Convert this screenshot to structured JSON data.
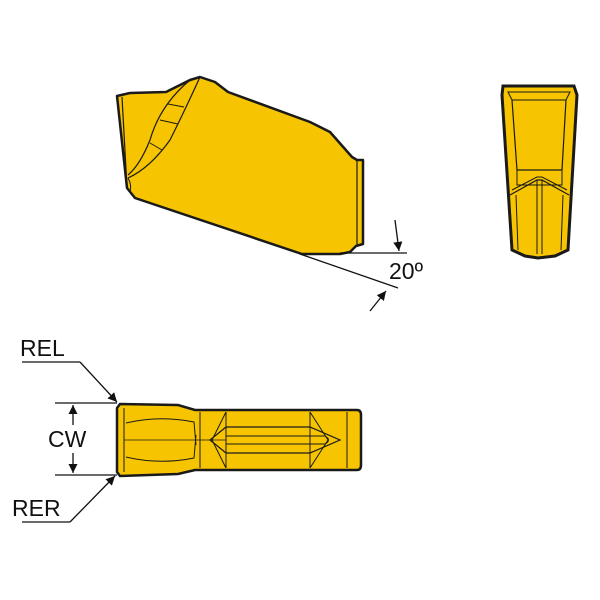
{
  "drawing": {
    "angle_label": "20º",
    "rel_label": "REL",
    "cw_label": "CW",
    "rer_label": "RER"
  },
  "colors": {
    "insert_fill": "#F6C400",
    "outline": "#1a1a1a"
  }
}
